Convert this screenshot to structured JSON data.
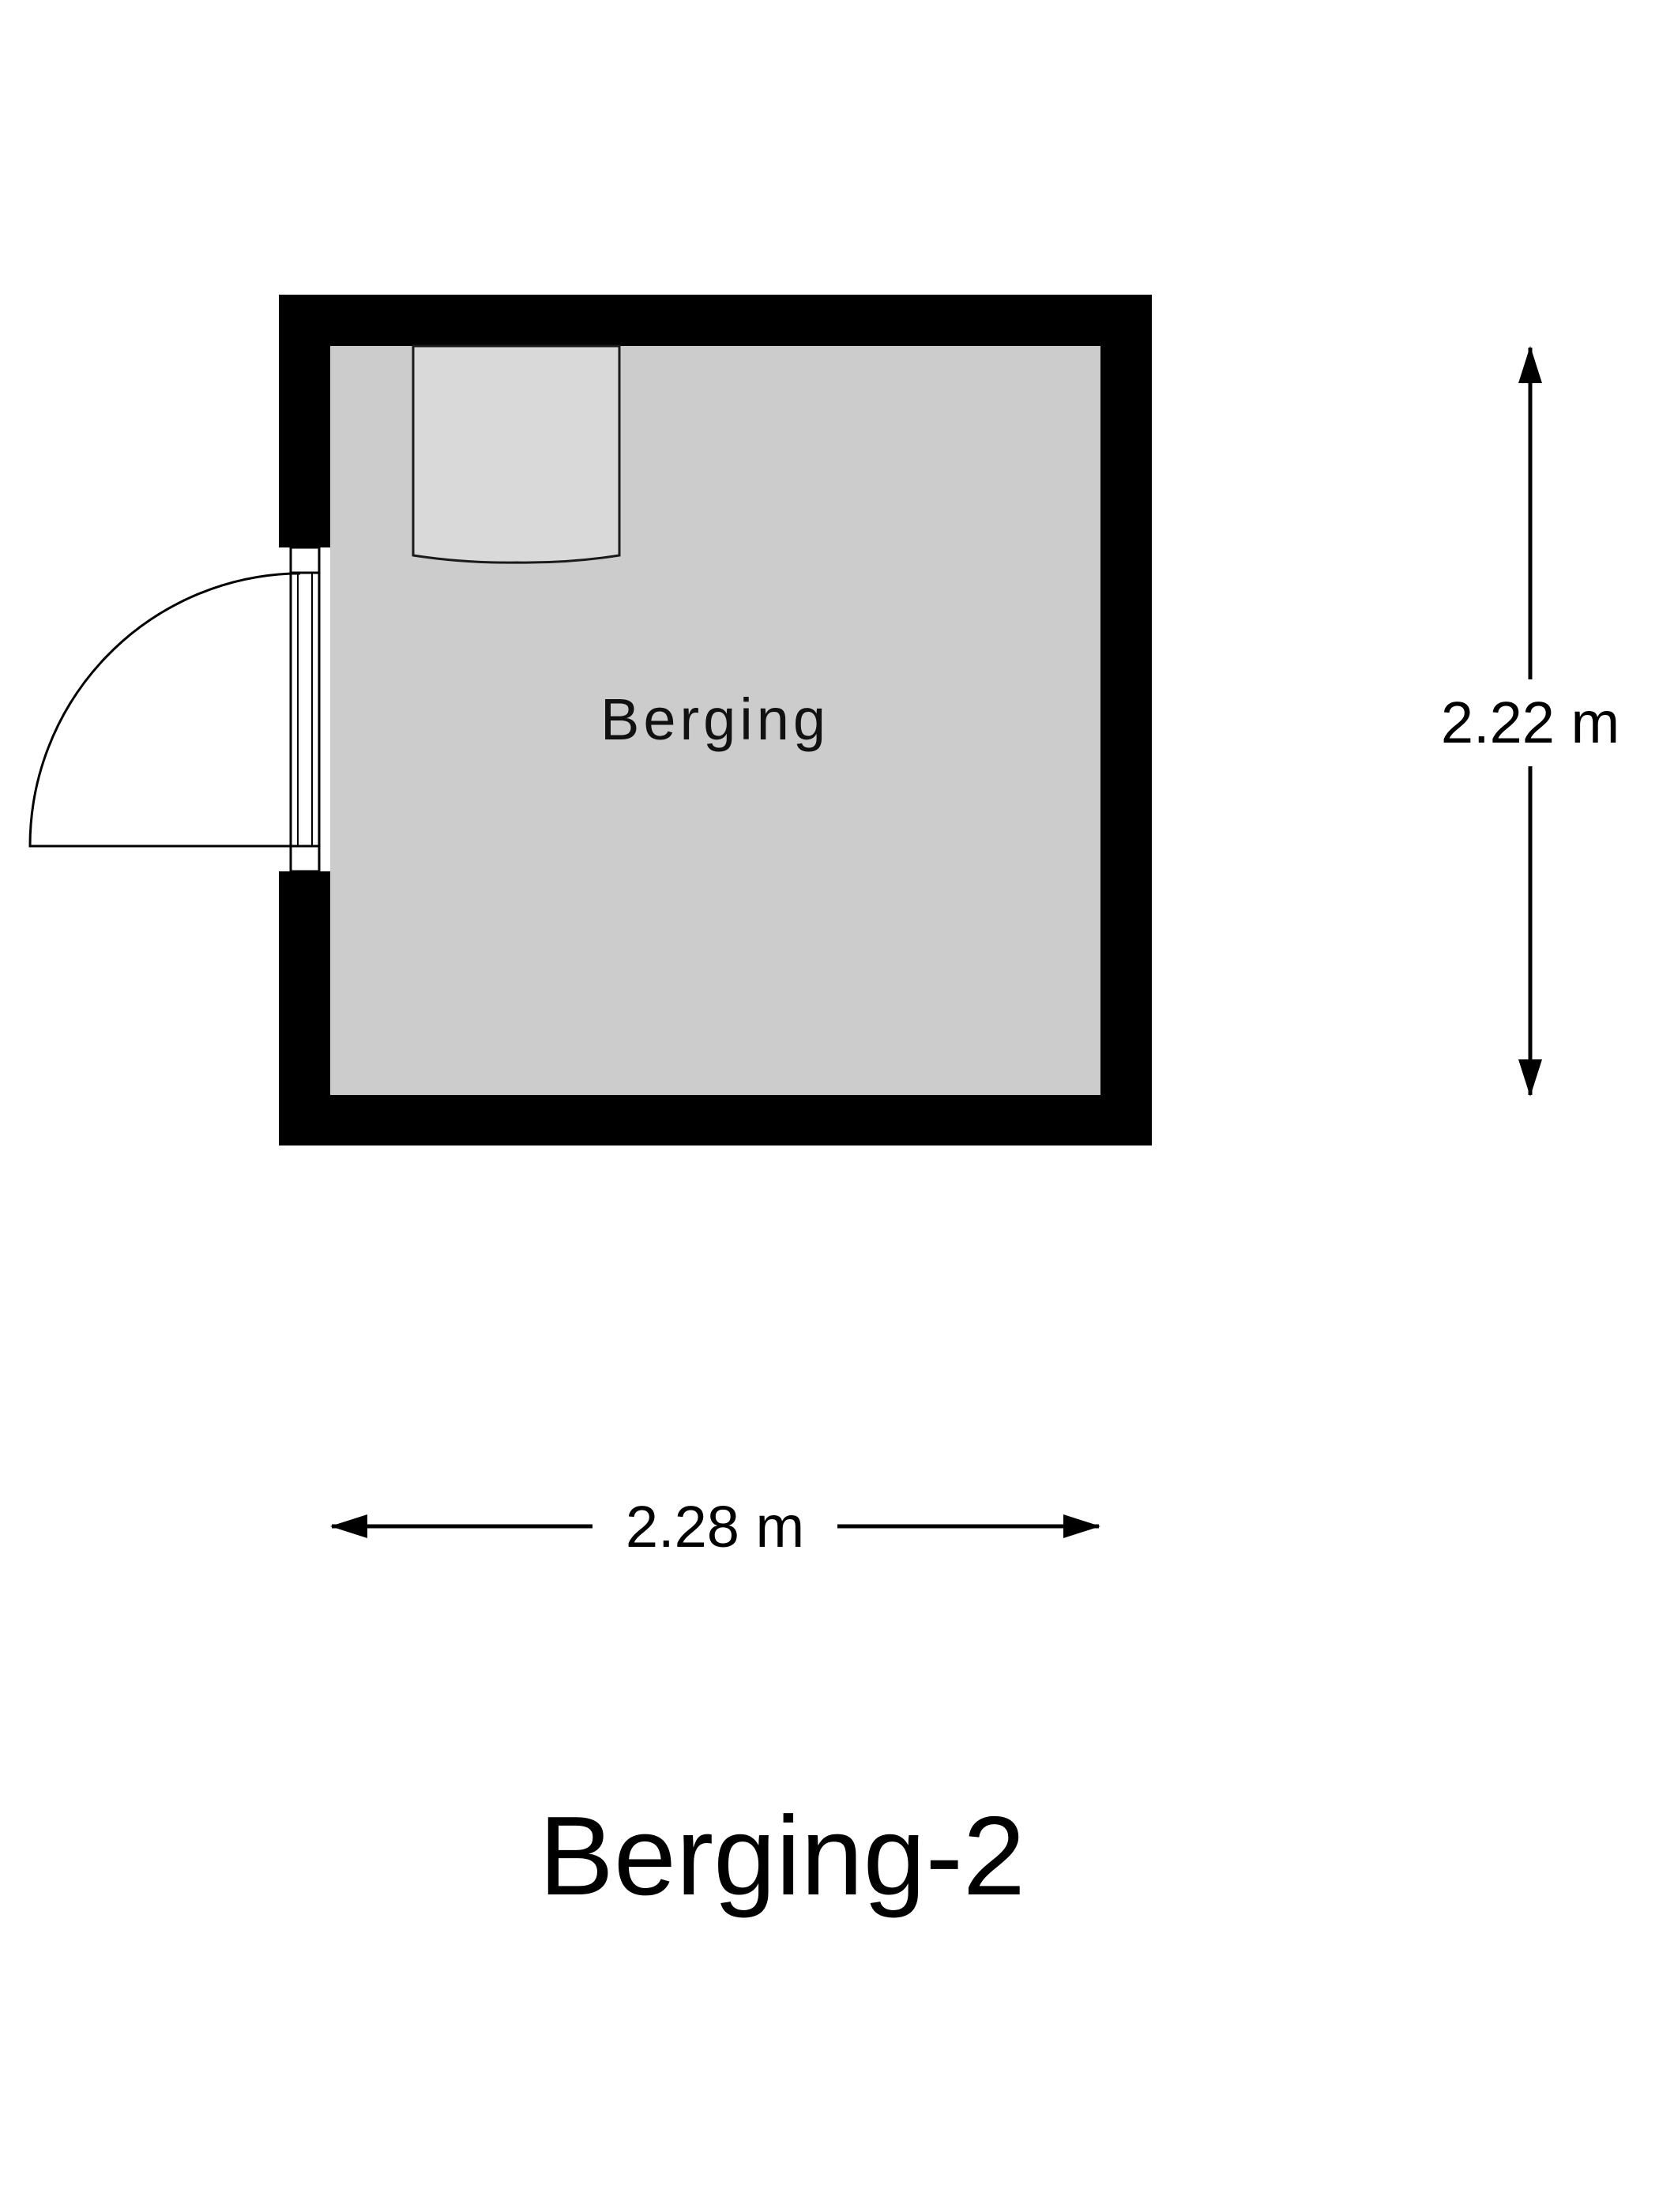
{
  "plan": {
    "title": "Berging-2",
    "room": {
      "label": "Berging"
    },
    "dimensions": {
      "width": "2.28 m",
      "height": "2.22 m"
    },
    "colors": {
      "wall": "#000000",
      "floor": "#cccccc",
      "fixture": "#d9d9d9",
      "background": "#ffffff"
    }
  }
}
